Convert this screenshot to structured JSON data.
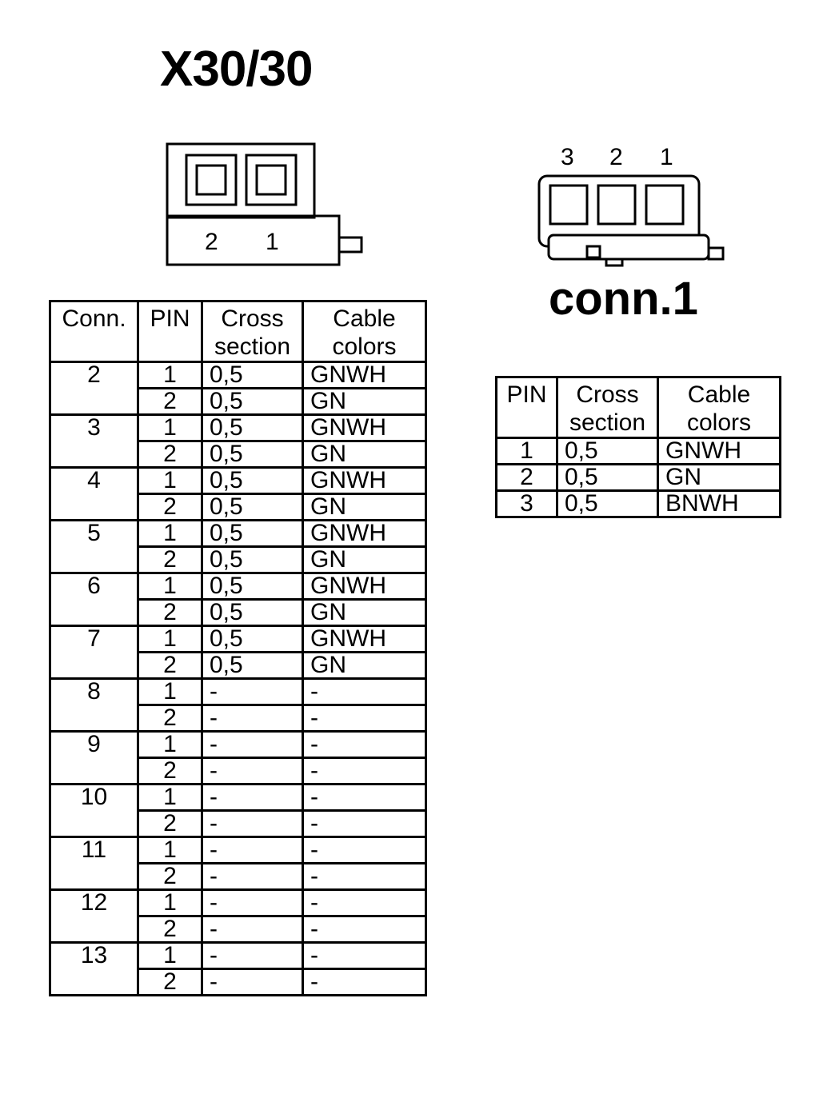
{
  "x30": {
    "title": "X30/30",
    "diagram_pins": [
      "2",
      "1"
    ],
    "headers": {
      "conn": "Conn.",
      "pin": "PIN",
      "cross_line1": "Cross",
      "cross_line2": "section",
      "colors_line1": "Cable",
      "colors_line2": "colors"
    },
    "rows": [
      {
        "conn": "2",
        "pins": [
          {
            "pin": "1",
            "cross": "0,5",
            "color": "GNWH"
          },
          {
            "pin": "2",
            "cross": "0,5",
            "color": "GN"
          }
        ]
      },
      {
        "conn": "3",
        "pins": [
          {
            "pin": "1",
            "cross": "0,5",
            "color": "GNWH"
          },
          {
            "pin": "2",
            "cross": "0,5",
            "color": "GN"
          }
        ]
      },
      {
        "conn": "4",
        "pins": [
          {
            "pin": "1",
            "cross": "0,5",
            "color": "GNWH"
          },
          {
            "pin": "2",
            "cross": "0,5",
            "color": "GN"
          }
        ]
      },
      {
        "conn": "5",
        "pins": [
          {
            "pin": "1",
            "cross": "0,5",
            "color": "GNWH"
          },
          {
            "pin": "2",
            "cross": "0,5",
            "color": "GN"
          }
        ]
      },
      {
        "conn": "6",
        "pins": [
          {
            "pin": "1",
            "cross": "0,5",
            "color": "GNWH"
          },
          {
            "pin": "2",
            "cross": "0,5",
            "color": "GN"
          }
        ]
      },
      {
        "conn": "7",
        "pins": [
          {
            "pin": "1",
            "cross": "0,5",
            "color": "GNWH"
          },
          {
            "pin": "2",
            "cross": "0,5",
            "color": "GN"
          }
        ]
      },
      {
        "conn": "8",
        "pins": [
          {
            "pin": "1",
            "cross": "-",
            "color": "-"
          },
          {
            "pin": "2",
            "cross": "-",
            "color": "-"
          }
        ]
      },
      {
        "conn": "9",
        "pins": [
          {
            "pin": "1",
            "cross": "-",
            "color": "-"
          },
          {
            "pin": "2",
            "cross": "-",
            "color": "-"
          }
        ]
      },
      {
        "conn": "10",
        "pins": [
          {
            "pin": "1",
            "cross": "-",
            "color": "-"
          },
          {
            "pin": "2",
            "cross": "-",
            "color": "-"
          }
        ]
      },
      {
        "conn": "11",
        "pins": [
          {
            "pin": "1",
            "cross": "-",
            "color": "-"
          },
          {
            "pin": "2",
            "cross": "-",
            "color": "-"
          }
        ]
      },
      {
        "conn": "12",
        "pins": [
          {
            "pin": "1",
            "cross": "-",
            "color": "-"
          },
          {
            "pin": "2",
            "cross": "-",
            "color": "-"
          }
        ]
      },
      {
        "conn": "13",
        "pins": [
          {
            "pin": "1",
            "cross": "-",
            "color": "-"
          },
          {
            "pin": "2",
            "cross": "-",
            "color": "-"
          }
        ]
      }
    ]
  },
  "conn1": {
    "title": "conn.1",
    "diagram_pins": [
      "3",
      "2",
      "1"
    ],
    "headers": {
      "pin": "PIN",
      "cross_line1": "Cross",
      "cross_line2": "section",
      "colors_line1": "Cable",
      "colors_line2": "colors"
    },
    "rows": [
      {
        "pin": "1",
        "cross": "0,5",
        "color": "GNWH"
      },
      {
        "pin": "2",
        "cross": "0,5",
        "color": "GN"
      },
      {
        "pin": "3",
        "cross": "0,5",
        "color": "BNWH"
      }
    ]
  }
}
